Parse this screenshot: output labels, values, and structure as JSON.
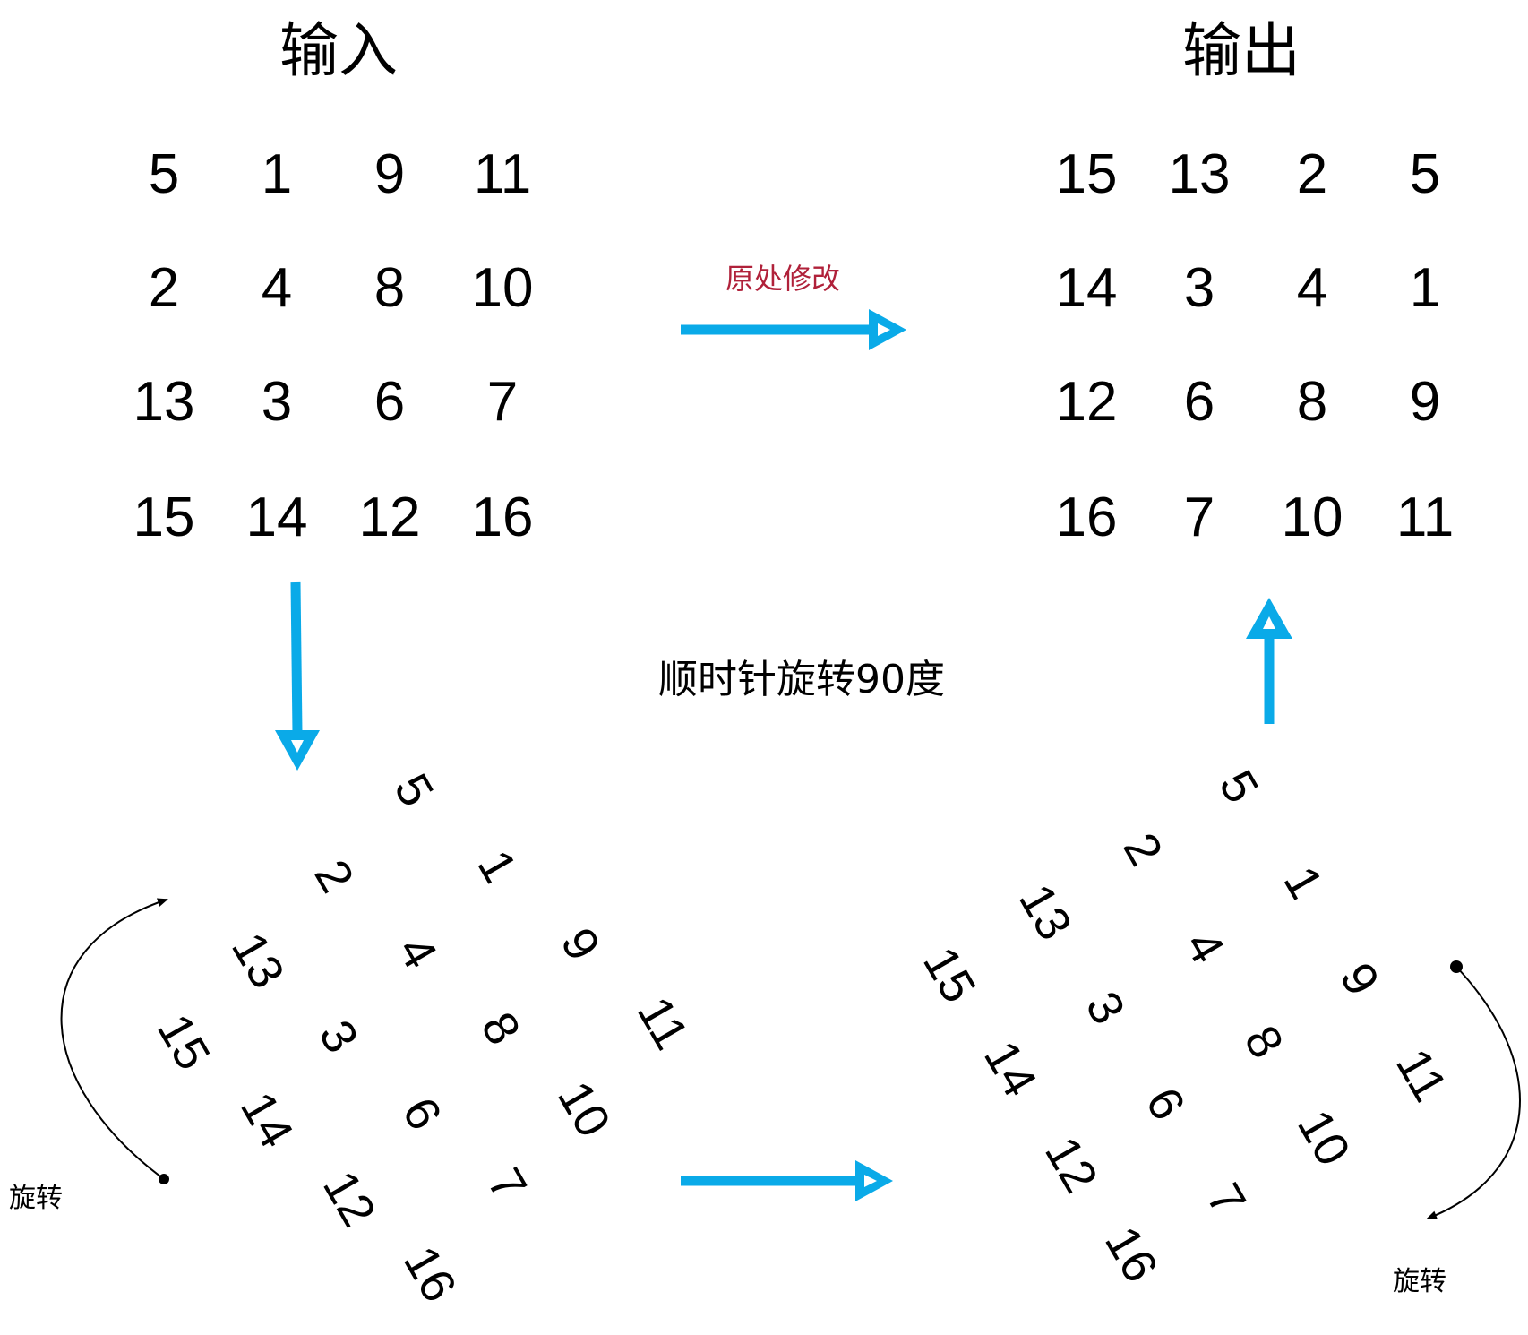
{
  "headings": {
    "input": "输入",
    "output": "输出"
  },
  "labels": {
    "in_place": "原处修改",
    "rotate_90": "顺时针旋转90度",
    "rotate_left": "旋转",
    "rotate_right": "旋转"
  },
  "input_matrix": [
    [
      "5",
      "1",
      "9",
      "11"
    ],
    [
      "2",
      "4",
      "8",
      "10"
    ],
    [
      "13",
      "3",
      "6",
      "7"
    ],
    [
      "15",
      "14",
      "12",
      "16"
    ]
  ],
  "output_matrix": [
    [
      "15",
      "13",
      "2",
      "5"
    ],
    [
      "14",
      "3",
      "4",
      "1"
    ],
    [
      "12",
      "6",
      "8",
      "9"
    ],
    [
      "16",
      "7",
      "10",
      "11"
    ]
  ],
  "rotated_left_matrix": [
    [
      "5",
      "1",
      "9",
      "11"
    ],
    [
      "2",
      "4",
      "8",
      "10"
    ],
    [
      "13",
      "3",
      "6",
      "7"
    ],
    [
      "15",
      "14",
      "12",
      "16"
    ]
  ],
  "rotated_right_matrix": [
    [
      "5",
      "1",
      "9",
      "11"
    ],
    [
      "2",
      "4",
      "8",
      "10"
    ],
    [
      "13",
      "3",
      "6",
      "7"
    ],
    [
      "15",
      "14",
      "12",
      "16"
    ]
  ],
  "colors": {
    "arrow": "#0aaae8",
    "label_red": "#b0213a",
    "text": "#000000"
  }
}
